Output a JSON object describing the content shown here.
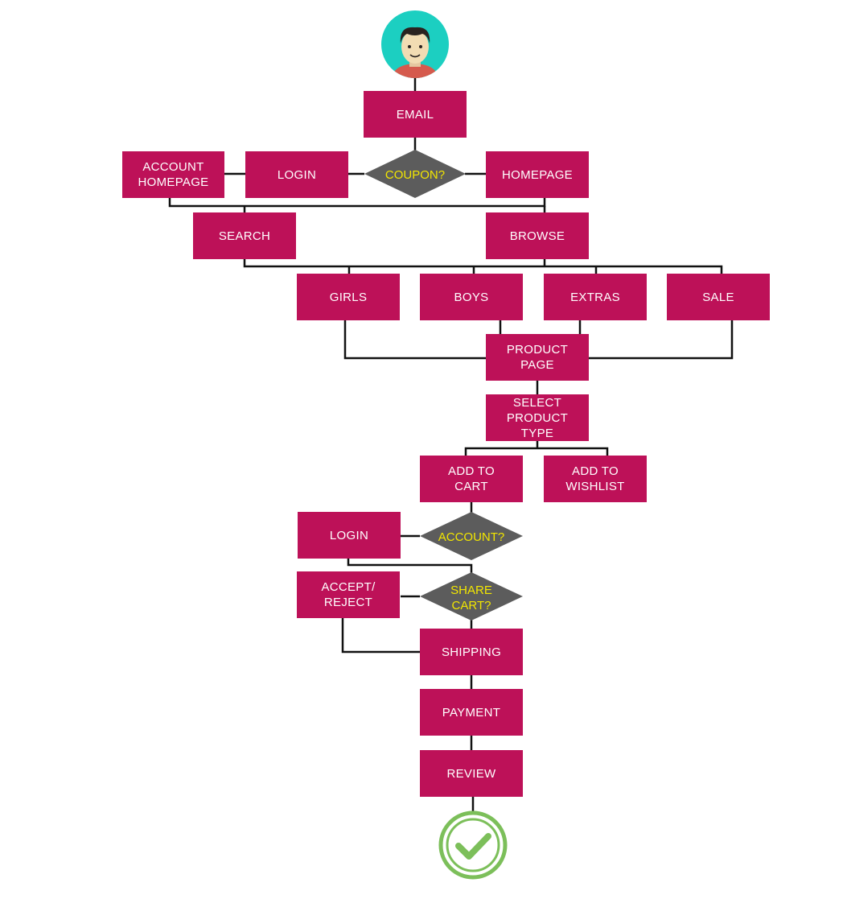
{
  "colors": {
    "box_fill": "#bd1158",
    "box_text": "#ffffff",
    "decision_fill": "#5c5c5c",
    "decision_text": "#f2e600",
    "connector": "#111111",
    "avatar_bg": "#1ccfc1",
    "success_ring": "#7cbf5a"
  },
  "icons": {
    "start": "user-avatar-icon",
    "end": "check-circle-icon"
  },
  "steps": {
    "email": "EMAIL",
    "login": "LOGIN",
    "account_homepage": "ACCOUNT\nHOMEPAGE",
    "homepage": "HOMEPAGE",
    "search": "SEARCH",
    "browse": "BROWSE",
    "girls": "GIRLS",
    "boys": "BOYS",
    "extras": "EXTRAS",
    "sale": "SALE",
    "product_page": "PRODUCT\nPAGE",
    "select_product_type": "SELECT\nPRODUCT\nTYPE",
    "add_to_cart": "ADD TO\nCART",
    "add_to_wishlist": "ADD TO\nWISHLIST",
    "checkout_login": "LOGIN",
    "accept_reject": "ACCEPT/\nREJECT",
    "shipping": "SHIPPING",
    "payment": "PAYMENT",
    "review": "REVIEW"
  },
  "decisions": {
    "coupon": "COUPON?",
    "account": "ACCOUNT?",
    "share_cart_line1": "SHARE",
    "share_cart_line2": "CART?"
  }
}
